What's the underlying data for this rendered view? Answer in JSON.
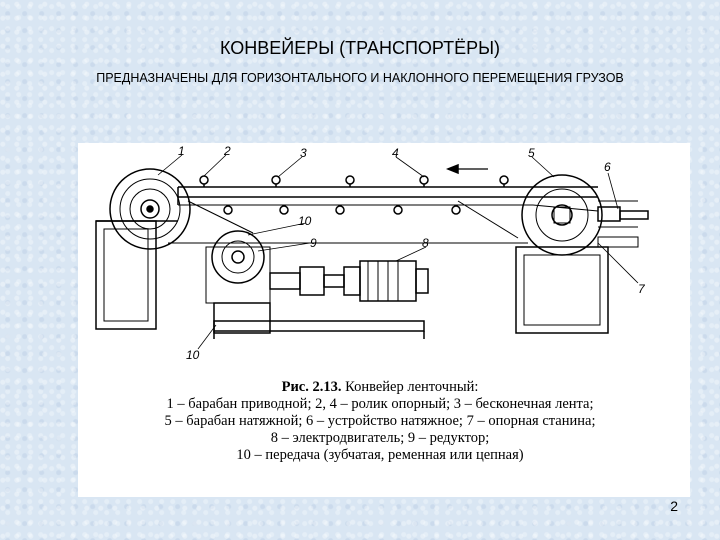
{
  "slide": {
    "title": "КОНВЕЙЕРЫ (ТРАНСПОРТЁРЫ)",
    "subtitle": "ПРЕДНАЗНАЧЕНЫ ДЛЯ ГОРИЗОНТАЛЬНОГО И НАКЛОННОГО ПЕРЕМЕЩЕНИЯ ГРУЗОВ",
    "page_number": "2"
  },
  "figure": {
    "callouts": [
      "1",
      "2",
      "3",
      "4",
      "5",
      "6",
      "7",
      "8",
      "9",
      "10",
      "10"
    ],
    "caption": {
      "title": "Рис. 2.13.",
      "title_rest": " Конвейер ленточный:",
      "lines": [
        "1 – барабан приводной; 2, 4 – ролик опорный; 3 – бесконечная лента;",
        "5 – барабан натяжной; 6 – устройство натяжное; 7 – опорная станина;",
        "8 – электродвигатель; 9 – редуктор;",
        "10 – передача (зубчатая, ременная или цепная)"
      ]
    }
  }
}
